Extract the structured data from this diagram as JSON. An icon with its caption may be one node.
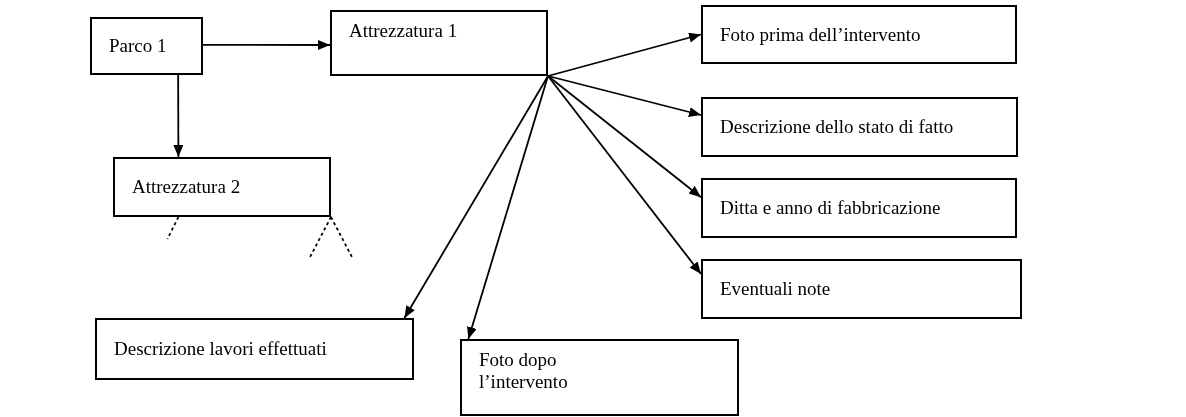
{
  "diagram": {
    "nodes": [
      {
        "text": [
          "Parco 1"
        ]
      },
      {
        "text": [
          "Attrezzatura 1"
        ]
      },
      {
        "text": [
          "Attrezzatura 2"
        ]
      },
      {
        "text": [
          "Foto prima dell’intervento"
        ]
      },
      {
        "text": [
          "Descrizione dello stato di fatto"
        ]
      },
      {
        "text": [
          "Ditta e anno di fabbricazione"
        ]
      },
      {
        "text": [
          "Eventuali note"
        ]
      },
      {
        "text": [
          "Descrizione lavori effettuati"
        ]
      },
      {
        "text": [
          "Foto dopo l’intervento"
        ]
      }
    ],
    "edges": [
      {
        "from": 0,
        "to": 1,
        "arrow": "to"
      },
      {
        "from": 0,
        "to": 2,
        "arrow": "to"
      },
      {
        "from": 1,
        "to": 3,
        "arrow": "to"
      },
      {
        "from": 1,
        "to": 4,
        "arrow": "to"
      },
      {
        "from": 1,
        "to": 5,
        "arrow": "to"
      },
      {
        "from": 1,
        "to": 6,
        "arrow": "to"
      },
      {
        "from": 1,
        "to": 7,
        "arrow": "to"
      },
      {
        "from": 1,
        "to": 8,
        "arrow": "to"
      },
      {
        "from": 2,
        "to": null,
        "arrow": "none",
        "style": "dashed"
      },
      {
        "from": 2,
        "to": null,
        "arrow": "none",
        "style": "dashed"
      },
      {
        "from": 2,
        "to": null,
        "arrow": "none",
        "style": "dashed"
      }
    ]
  }
}
